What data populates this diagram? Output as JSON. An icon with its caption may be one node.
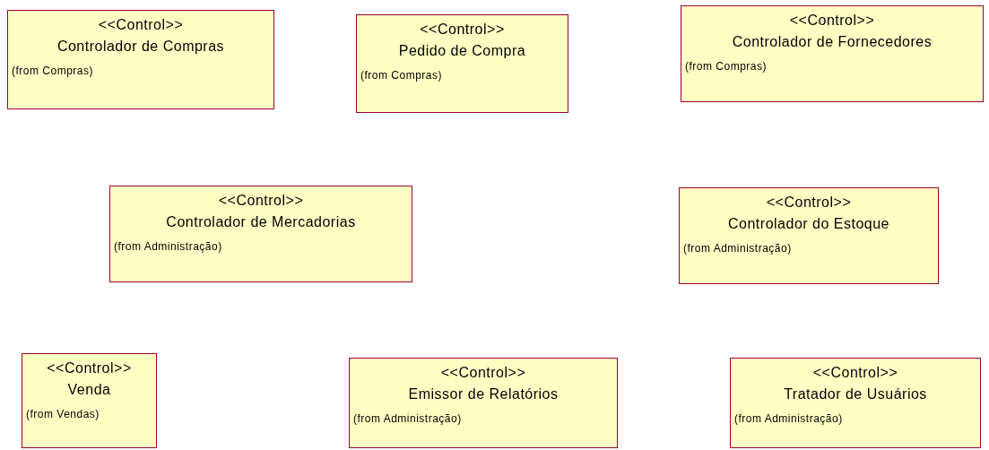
{
  "diagram": {
    "nodes": [
      {
        "text": [
          "<<Control>>",
          "Controlador de Compras",
          "(from Compras)"
        ]
      },
      {
        "text": [
          "<<Control>>",
          "Pedido de Compra",
          "(from Compras)"
        ]
      },
      {
        "text": [
          "<<Control>>",
          "Controlador de Fornecedores",
          "(from Compras)"
        ]
      },
      {
        "text": [
          "<<Control>>",
          "Controlador de Mercadorias",
          "(from Administração)"
        ]
      },
      {
        "text": [
          "<<Control>>",
          "Controlador do Estoque",
          "(from Administração)"
        ]
      },
      {
        "text": [
          "<<Control>>",
          "Venda",
          "(from Vendas)"
        ]
      },
      {
        "text": [
          "<<Control>>",
          "Emissor de Relatórios",
          "(from Administração)"
        ]
      },
      {
        "text": [
          "<<Control>>",
          "Tratador de Usuários",
          "(from Administração)"
        ]
      }
    ]
  }
}
